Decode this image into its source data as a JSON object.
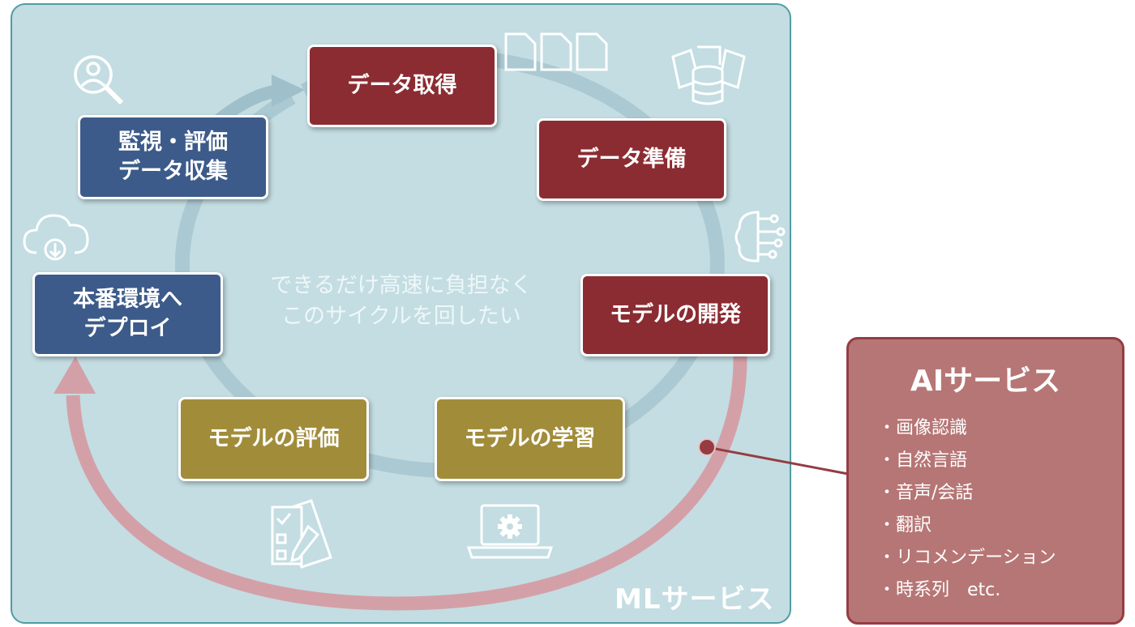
{
  "ml_service": {
    "label": "MLサービス"
  },
  "center_text": {
    "line1": "できるだけ高速に負担なく",
    "line2": "このサイクルを回したい"
  },
  "steps": {
    "data_acquisition": "データ取得",
    "data_preparation": "データ準備",
    "model_development": "モデルの開発",
    "model_training": "モデルの学習",
    "model_evaluation": "モデルの評価",
    "deploy_line1": "本番環境へ",
    "deploy_line2": "デプロイ",
    "monitor_line1": "監視・評価",
    "monitor_line2": "データ収集"
  },
  "ai_service": {
    "title": "AIサービス",
    "items": [
      "画像認識",
      "自然言語",
      "音声/会話",
      "翻訳",
      "リコメンデーション",
      "時系列　etc."
    ]
  },
  "icons": [
    "search-user-icon",
    "documents-icon",
    "database-documents-icon",
    "brain-circuit-icon",
    "cloud-download-icon",
    "checklist-pencil-icon",
    "laptop-gear-icon"
  ],
  "colors": {
    "panel_bg": "#c3dde2",
    "panel_border": "#4f9ea3",
    "data_step": "#8b2c32",
    "ops_step": "#3c5b8a",
    "model_step": "#a18c3a",
    "ai_panel_bg": "#b67675",
    "ai_panel_border": "#953c43",
    "cycle_ring": "#9fbfca",
    "ai_arc": "#d4a0a7",
    "connector": "#953c43"
  }
}
